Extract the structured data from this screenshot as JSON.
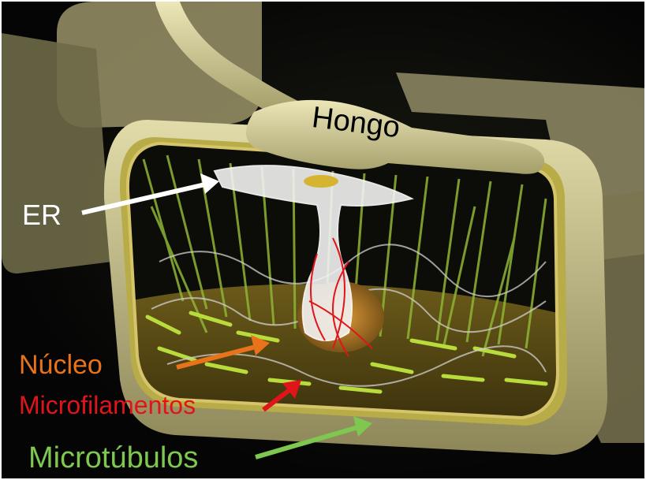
{
  "labels": {
    "fungus": "Hongo",
    "er": "ER",
    "nucleus": "Núcleo",
    "microfilaments": "Microfilamentos",
    "microtubules": "Microtúbulos"
  },
  "colors": {
    "er": "#ffffff",
    "nucleus": "#e8731a",
    "microfilaments": "#e0141a",
    "microtubules": "#7ec850",
    "fungus_text": "#000000",
    "cell_wall": "#c9c08a",
    "microtubule_strand": "#8fb534"
  }
}
